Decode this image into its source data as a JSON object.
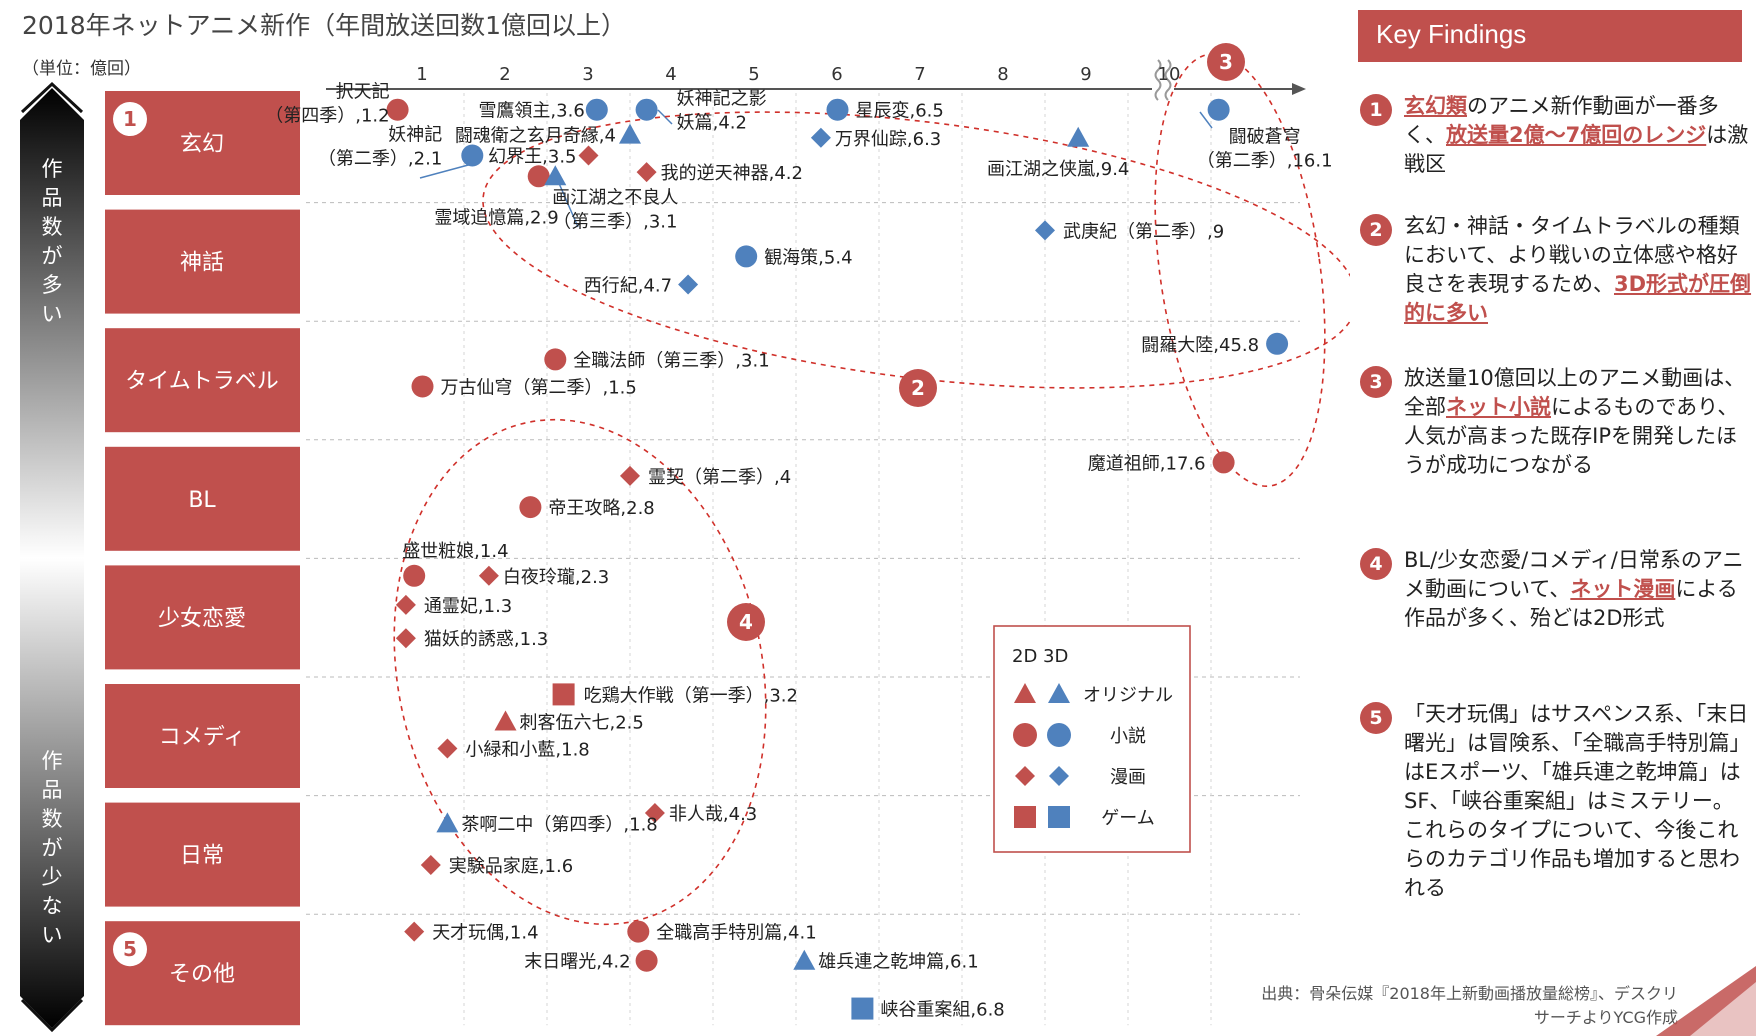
{
  "title": "2018年ネットアニメ新作（年間放送回数1億回以上）",
  "unit_label": "（単位：億回）",
  "side_label_top": "作品数が多い",
  "side_label_bottom": "作品数が少ない",
  "key_findings": {
    "header": "Key Findings",
    "items": [
      {
        "num": "1",
        "parts": [
          {
            "t": "玄幻類",
            "hl": true
          },
          {
            "t": "のアニメ新作動画が一番多く、",
            "hl": false
          },
          {
            "t": "放送量2億〜7億回のレンジ",
            "hl": true
          },
          {
            "t": "は激戦区",
            "hl": false
          }
        ]
      },
      {
        "num": "2",
        "parts": [
          {
            "t": "玄幻・神話・タイムトラベルの種類において、より戦いの立体感や格好良さを表現するため、",
            "hl": false
          },
          {
            "t": "3D形式が圧倒的に多い",
            "hl": true
          }
        ]
      },
      {
        "num": "3",
        "parts": [
          {
            "t": "放送量10億回以上のアニメ動画は、全部",
            "hl": false
          },
          {
            "t": "ネット小説",
            "hl": true
          },
          {
            "t": "によるものであり、人気が高まった既存IPを開発したほうが成功につながる",
            "hl": false
          }
        ]
      },
      {
        "num": "4",
        "parts": [
          {
            "t": "BL/少女恋愛/コメディ/日常系のアニメ動画について、",
            "hl": false
          },
          {
            "t": "ネット漫画",
            "hl": true
          },
          {
            "t": "による作品が多く、殆どは2D形式",
            "hl": false
          }
        ]
      },
      {
        "num": "5",
        "parts": [
          {
            "t": "「天才玩偶」はサスペンス系、「末日曙光」は冒険系、「全職高手特別篇」はEスポーツ、「雄兵連之乾坤篇」はSF、「峡谷重案組」はミステリー。これらのタイプについて、今後これらのカテゴリ作品も増加すると思われる",
            "hl": false
          }
        ]
      }
    ]
  },
  "source": "出典：骨朵伝媒『2018年上新動画播放量総榜』、デスクリサーチよりYCG作成",
  "colors": {
    "red": "#c0504d",
    "blue": "#4f81bd",
    "dashed": "#d0302a"
  },
  "chart_data": {
    "type": "scatter",
    "title": "2018年ネットアニメ新作（年間放送回数1億回以上）",
    "unit": "億回",
    "x_ticks": [
      "1",
      "2",
      "3",
      "4",
      "5",
      "6",
      "7",
      "8",
      "9",
      "10"
    ],
    "xlim": [
      0,
      10.5
    ],
    "axis_break": "10以上（省略記号あり）",
    "categories": [
      "玄幻",
      "神話",
      "タイムトラベル",
      "BL",
      "少女恋愛",
      "コメディ",
      "日常",
      "その他"
    ],
    "category_badges": {
      "玄幻": "1",
      "その他": "5"
    },
    "legend": {
      "header": "2D 3D",
      "items": [
        {
          "shape": "triangle",
          "label": "オリジナル"
        },
        {
          "shape": "circle",
          "label": "小説"
        },
        {
          "shape": "diamond",
          "label": "漫画"
        },
        {
          "shape": "square",
          "label": "ゲーム"
        }
      ]
    },
    "points": [
      {
        "cat": "玄幻",
        "label": "択天記（第四季）,1.2",
        "value": 1.2,
        "form": "2D",
        "shape": "circle"
      },
      {
        "cat": "玄幻",
        "label": "雪鷹領主,3.6",
        "value": 3.6,
        "form": "3D",
        "shape": "circle"
      },
      {
        "cat": "玄幻",
        "label": "妖神記之影妖篇,4.2",
        "value": 4.2,
        "form": "3D",
        "shape": "circle"
      },
      {
        "cat": "玄幻",
        "label": "星辰変,6.5",
        "value": 6.5,
        "form": "3D",
        "shape": "circle"
      },
      {
        "cat": "玄幻",
        "label": "闘魂衛之玄月奇縁,4",
        "value": 4.0,
        "form": "3D",
        "shape": "triangle"
      },
      {
        "cat": "玄幻",
        "label": "万界仙踪,6.3",
        "value": 6.3,
        "form": "3D",
        "shape": "diamond"
      },
      {
        "cat": "玄幻",
        "label": "妖神記（第二季）,2.1",
        "value": 2.1,
        "form": "3D",
        "shape": "circle"
      },
      {
        "cat": "玄幻",
        "label": "幻界王,3.5",
        "value": 3.5,
        "form": "2D",
        "shape": "diamond"
      },
      {
        "cat": "玄幻",
        "label": "我的逆天神器,4.2",
        "value": 4.2,
        "form": "2D",
        "shape": "diamond"
      },
      {
        "cat": "玄幻",
        "label": "霊域追憶篇,2.9",
        "value": 2.9,
        "form": "2D",
        "shape": "circle"
      },
      {
        "cat": "玄幻",
        "label": "画江湖之不良人（第三季）,3.1",
        "value": 3.1,
        "form": "3D",
        "shape": "triangle"
      },
      {
        "cat": "玄幻",
        "label": "画江湖之侠嵐,9.4",
        "value": 9.4,
        "form": "3D",
        "shape": "triangle"
      },
      {
        "cat": "玄幻",
        "label": "闘破蒼穹（第二季）,16.1",
        "value": 16.1,
        "form": "3D",
        "shape": "circle"
      },
      {
        "cat": "神話",
        "label": "観海策,5.4",
        "value": 5.4,
        "form": "3D",
        "shape": "circle"
      },
      {
        "cat": "神話",
        "label": "西行紀,4.7",
        "value": 4.7,
        "form": "3D",
        "shape": "diamond"
      },
      {
        "cat": "神話",
        "label": "武庚紀（第二季）,9",
        "value": 9.0,
        "form": "3D",
        "shape": "diamond"
      },
      {
        "cat": "タイムトラベル",
        "label": "全職法師（第三季）,3.1",
        "value": 3.1,
        "form": "2D",
        "shape": "circle"
      },
      {
        "cat": "タイムトラベル",
        "label": "万古仙穹（第二季）,1.5",
        "value": 1.5,
        "form": "2D",
        "shape": "circle"
      },
      {
        "cat": "タイムトラベル",
        "label": "闘羅大陸,45.8",
        "value": 45.8,
        "form": "3D",
        "shape": "circle"
      },
      {
        "cat": "BL",
        "label": "霊契（第二季）,4",
        "value": 4.0,
        "form": "2D",
        "shape": "diamond"
      },
      {
        "cat": "BL",
        "label": "帝王攻略,2.8",
        "value": 2.8,
        "form": "2D",
        "shape": "circle"
      },
      {
        "cat": "BL",
        "label": "魔道祖師,17.6",
        "value": 17.6,
        "form": "2D",
        "shape": "circle"
      },
      {
        "cat": "少女恋愛",
        "label": "盛世粧娘,1.4",
        "value": 1.4,
        "form": "2D",
        "shape": "circle"
      },
      {
        "cat": "少女恋愛",
        "label": "白夜玲瓏,2.3",
        "value": 2.3,
        "form": "2D",
        "shape": "diamond"
      },
      {
        "cat": "少女恋愛",
        "label": "通霊妃,1.3",
        "value": 1.3,
        "form": "2D",
        "shape": "diamond"
      },
      {
        "cat": "少女恋愛",
        "label": "猫妖的誘惑,1.3",
        "value": 1.3,
        "form": "2D",
        "shape": "diamond"
      },
      {
        "cat": "コメディ",
        "label": "吃鶏大作戦（第一季）,3.2",
        "value": 3.2,
        "form": "2D",
        "shape": "square"
      },
      {
        "cat": "コメディ",
        "label": "刺客伍六七,2.5",
        "value": 2.5,
        "form": "2D",
        "shape": "triangle"
      },
      {
        "cat": "コメディ",
        "label": "小緑和小藍,1.8",
        "value": 1.8,
        "form": "2D",
        "shape": "diamond"
      },
      {
        "cat": "日常",
        "label": "非人哉,4.3",
        "value": 4.3,
        "form": "2D",
        "shape": "diamond"
      },
      {
        "cat": "日常",
        "label": "茶啊二中（第四季）,1.8",
        "value": 1.8,
        "form": "3D",
        "shape": "triangle"
      },
      {
        "cat": "日常",
        "label": "実験品家庭,1.6",
        "value": 1.6,
        "form": "2D",
        "shape": "diamond"
      },
      {
        "cat": "その他",
        "label": "天才玩偶,1.4",
        "value": 1.4,
        "form": "2D",
        "shape": "diamond"
      },
      {
        "cat": "その他",
        "label": "全職高手特別篇,4.1",
        "value": 4.1,
        "form": "2D",
        "shape": "circle"
      },
      {
        "cat": "その他",
        "label": "末日曙光,4.2",
        "value": 4.2,
        "form": "2D",
        "shape": "circle"
      },
      {
        "cat": "その他",
        "label": "雄兵連之乾坤篇,6.1",
        "value": 6.1,
        "form": "3D",
        "shape": "triangle"
      },
      {
        "cat": "その他",
        "label": "峡谷重案組,6.8",
        "value": 6.8,
        "form": "3D",
        "shape": "square"
      }
    ],
    "groups": [
      {
        "id": "2",
        "description": "玄幻・神話・タイムトラベルの3D作品群"
      },
      {
        "id": "3",
        "description": "放送量10億回以上"
      },
      {
        "id": "4",
        "description": "BL・少女恋愛・コメディ・日常の2D漫画作品群"
      }
    ]
  }
}
